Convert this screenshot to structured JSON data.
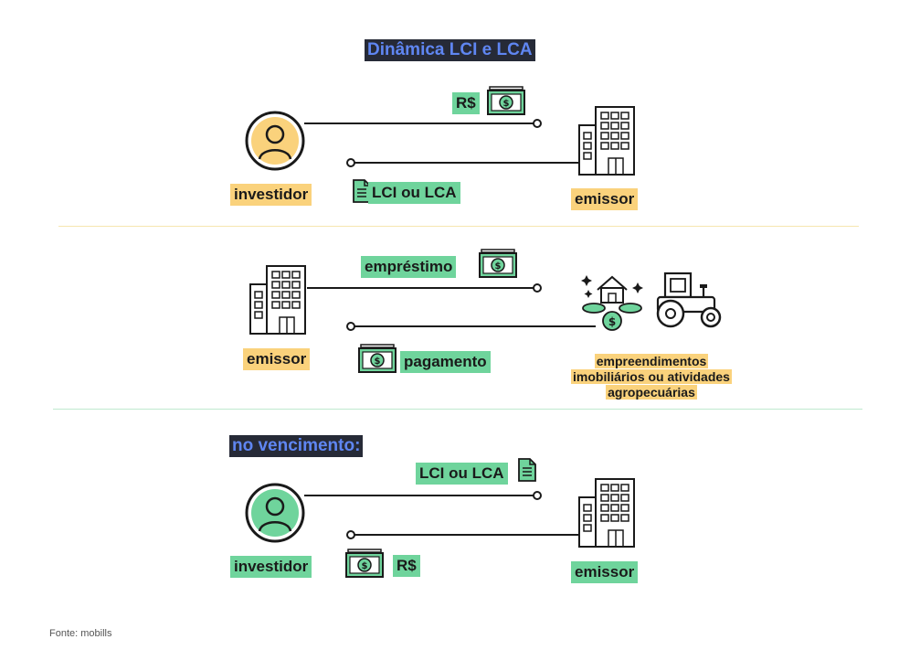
{
  "title": "Dinâmica LCI e LCA",
  "colors": {
    "yellow": "#fad27c",
    "green": "#6fd49c",
    "title_bg": "#262a37",
    "title_text": "#5f86f2",
    "line": "#1a1a1a"
  },
  "section1": {
    "investor_label": "investidor",
    "issuer_label": "emissor",
    "money_label": "R$",
    "return_label": "LCI ou LCA",
    "icons": [
      "user-icon",
      "building-icon",
      "cash-icon",
      "document-icon"
    ]
  },
  "section2": {
    "issuer_label": "emissor",
    "loan_label": "empréstimo",
    "payment_label": "pagamento",
    "target_caption": [
      "empreendimentos",
      "imobiliários ou atividades",
      "agropecuárias"
    ],
    "icons": [
      "building-icon",
      "cash-icon",
      "house-coins-icon",
      "tractor-icon"
    ]
  },
  "section3": {
    "heading": "no vencimento:",
    "investor_label": "investidor",
    "issuer_label": "emissor",
    "return_label": "LCI ou LCA",
    "money_label": "R$",
    "icons": [
      "user-icon",
      "building-icon",
      "document-icon",
      "cash-icon"
    ]
  },
  "footer": "Fonte: mobills"
}
